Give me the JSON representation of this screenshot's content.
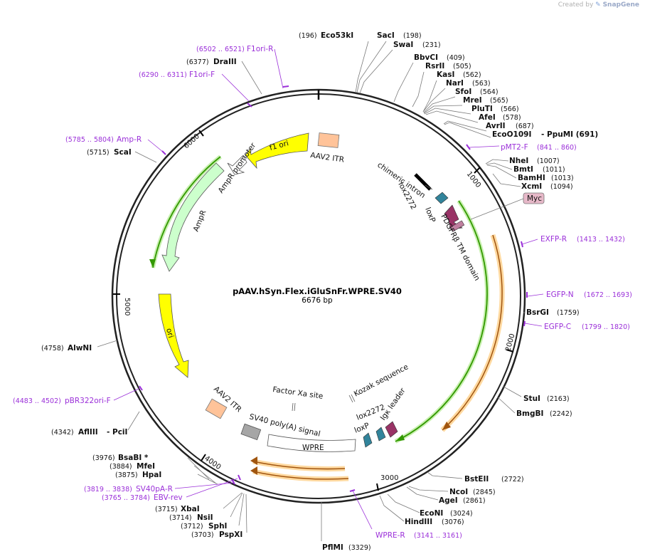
{
  "credit": {
    "prefix": "Created by",
    "brand": "SnapGene"
  },
  "title": "pAAV.hSyn.Flex.iGluSnFr.WPRE.SV40",
  "length": "6676 bp",
  "ticks": [
    "1000",
    "2000",
    "3000",
    "4000",
    "5000",
    "6000"
  ],
  "sites": [
    {
      "name": "Eco53kI",
      "pos": "(196)"
    },
    {
      "name": "SacI",
      "pos": "(198)"
    },
    {
      "name": "SwaI",
      "pos": "(231)"
    },
    {
      "name": "BbvCI",
      "pos": "(409)"
    },
    {
      "name": "RsrII",
      "pos": "(505)"
    },
    {
      "name": "KasI",
      "pos": "(562)"
    },
    {
      "name": "NarI",
      "pos": "(563)"
    },
    {
      "name": "SfoI",
      "pos": "(564)"
    },
    {
      "name": "MreI",
      "pos": "(565)"
    },
    {
      "name": "PluTI",
      "pos": "(566)"
    },
    {
      "name": "AfeI",
      "pos": "(578)"
    },
    {
      "name": "AvrII",
      "pos": "(687)"
    },
    {
      "name": "EcoO109I",
      "pos": "- PpuMI  (691)"
    },
    {
      "name": "NheI",
      "pos": "(1007)"
    },
    {
      "name": "BmtI",
      "pos": "(1011)"
    },
    {
      "name": "BamHI",
      "pos": "(1013)"
    },
    {
      "name": "XcmI",
      "pos": "(1094)"
    },
    {
      "name": "BsrGI",
      "pos": "(1759)"
    },
    {
      "name": "StuI",
      "pos": "(2163)"
    },
    {
      "name": "BmgBI",
      "pos": "(2242)"
    },
    {
      "name": "BstEII",
      "pos": "(2722)"
    },
    {
      "name": "NcoI",
      "pos": "(2845)"
    },
    {
      "name": "AgeI",
      "pos": "(2861)"
    },
    {
      "name": "EcoNI",
      "pos": "(3024)"
    },
    {
      "name": "HindIII",
      "pos": "(3076)"
    },
    {
      "name": "PflMI",
      "pos": "(3329)"
    },
    {
      "name": "PspXI",
      "pos": "(3703)"
    },
    {
      "name": "SphI",
      "pos": "(3712)"
    },
    {
      "name": "NsiI",
      "pos": "(3714)"
    },
    {
      "name": "XbaI",
      "pos": "(3715)"
    },
    {
      "name": "HpaI",
      "pos": "(3875)"
    },
    {
      "name": "MfeI",
      "pos": "(3884)"
    },
    {
      "name": "BsaBI *",
      "pos": "(3976)"
    },
    {
      "name": "AflIII",
      "pos": "(4342)"
    },
    {
      "name": "- PciI",
      "pos": ""
    },
    {
      "name": "AlwNI",
      "pos": "(4758)"
    },
    {
      "name": "ScaI",
      "pos": "(5715)"
    },
    {
      "name": "DraIII",
      "pos": "(6377)"
    }
  ],
  "primers": [
    {
      "name": "F1ori-R",
      "range": "(6502 .. 6521)"
    },
    {
      "name": "F1ori-F",
      "range": "(6290 .. 6311)"
    },
    {
      "name": "Amp-R",
      "range": "(5785 .. 5804)"
    },
    {
      "name": "pMT2-F",
      "range": "(841 .. 860)"
    },
    {
      "name": "EXFP-R",
      "range": "(1413 .. 1432)"
    },
    {
      "name": "EGFP-N",
      "range": "(1672 .. 1693)"
    },
    {
      "name": "EGFP-C",
      "range": "(1799 .. 1820)"
    },
    {
      "name": "pBR322ori-F",
      "range": "(4483 .. 4502)"
    },
    {
      "name": "SV40pA-R",
      "range": "(3819 .. 3838)"
    },
    {
      "name": "EBV-rev",
      "range": "(3765 .. 3784)"
    },
    {
      "name": "WPRE-R",
      "range": "(3141 .. 3161)"
    }
  ],
  "features": {
    "f1_ori": "f1 ori",
    "aav2_itr_top": "AAV2 ITR",
    "amp_promoter": "AmpR promoter",
    "ampr": "AmpR",
    "ori": "ori",
    "chimeric_intron": "chimeric intron",
    "lox2272_top": "lox2272",
    "loxp_top": "loxP",
    "pdgfr_tm": "PDGFRβ TM domain",
    "myc": "Myc",
    "kozak": "Kozak sequence",
    "factor_xa": "Factor Xa site",
    "aav2_itr_bottom": "AAV2 ITR",
    "sv40_polya": "SV40 poly(A) signal",
    "wpre": "WPRE",
    "lox2272_bottom": "lox2272",
    "loxp_bottom": "loxP",
    "igk_leader": "Igκ leader"
  },
  "colors": {
    "primer": "#9b30d9",
    "yellow": "#ffff00",
    "ampr": "#ccffcc",
    "itr": "#ffc399",
    "maroon": "#993366",
    "teal": "#31849b",
    "gray": "#a6a6a6",
    "green_line": "#339900",
    "orange_line": "#e69138"
  }
}
